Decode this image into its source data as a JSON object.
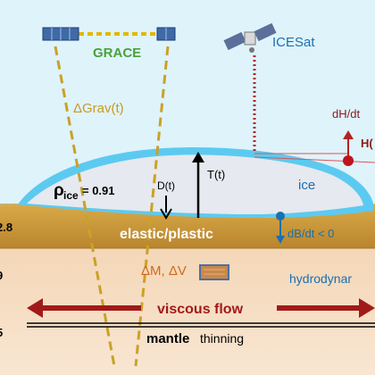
{
  "satellites": {
    "grace_label": "GRACE",
    "icesat_label": "ICESat"
  },
  "labels": {
    "delta_grav": "ΔGrav(t)",
    "dh_dt": "dH/dt",
    "h_partial": "H(",
    "rho_main": "ρ",
    "rho_sub": "ice",
    "rho_value": "= 0.91",
    "thickness": "T(t)",
    "depression": "D(t)",
    "ice": "ice",
    "elastic_layer": "elastic/plastic",
    "db_dt": "dB/dt < 0",
    "mass_volume": "ΔM, ΔV",
    "hydrodynamic": "hydrodynar",
    "viscous_flow": "viscous flow",
    "mantle": "mantle",
    "thinning": "thinning"
  },
  "left_values": [
    "2.8",
    "9",
    "5"
  ],
  "colors": {
    "sky": "#dff3fb",
    "ice_outline": "#5ccaf0",
    "ice_fill": "#e6e9ef",
    "crust": "#c99a3a",
    "mantle": "#f6dcc0",
    "grace_beam": "#c9a227",
    "grace_text": "#4aa23a",
    "icesat_beam": "#b22222",
    "flow_arrow": "#a11a1a",
    "label_blue": "#1a6fb0"
  }
}
